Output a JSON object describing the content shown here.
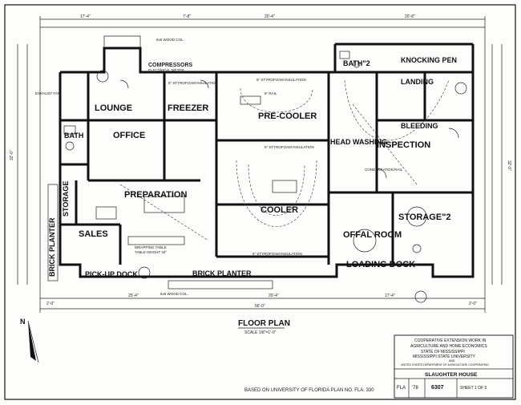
{
  "drawing": {
    "title": "FLOOR PLAN",
    "scale": "SCALE 1/8\"=1'-0\"",
    "based_on": "BASED ON UNIVERSITY OF FLORIDA PLAN NO. FLA. 330",
    "overall_width": "66'-0\"",
    "side_dims": [
      "32'-0\"",
      "32'-0\""
    ],
    "top_dims": [
      "17'-4\"",
      "7'-8\"",
      "20'-4\"",
      "20'-8\""
    ],
    "bottom_dims": [
      "2'-0\"",
      "25'-4\"",
      "20'-4\"",
      "17'-4\"",
      "2'-0\""
    ]
  },
  "rooms": {
    "lounge": "LOUNGE",
    "office": "OFFICE",
    "freezer": "FREEZER",
    "pre_cooler": "PRE-COOLER",
    "head_washing": "HEAD WASHING",
    "inspection": "INSPECTION",
    "bleeding": "BLEEDING",
    "landing": "LANDING",
    "knocking_pen": "KNOCKING PEN",
    "bath1": "BATH",
    "bath2": "BATH\"2",
    "preparation": "PREPARATION",
    "storage1": "STORAGE",
    "cooler": "COOLER",
    "storage2": "STORAGE\"2",
    "sales": "SALES",
    "offal_room": "OFFAL ROOM",
    "loading_dock": "LOADING DOCK",
    "pick_up_dock": "PICK-UP DOCK",
    "brick_planter_left": "BRICK PLANTER",
    "brick_planter_bottom": "BRICK PLANTER"
  },
  "notes": {
    "compressors": "COMPRESSORS",
    "electrical_meter": "ELECTRICAL METER",
    "wood_col": "6x6 WOOD COL.",
    "styrofoam_top": "5\" STYROFOAM INSULATION",
    "styrofoam_freezer": "6\" STYROFOAM INSULATION",
    "styrofoam_mid": "5\" STYROFOAM INSULATION",
    "styrofoam_bottom": "5\" STYROFOAM INSULATION",
    "rail": "6\" RAIL",
    "exhaust_fan": "EXHAUST FAN",
    "wrapping_table": "WRAPPING TABLE",
    "table_height": "TABLE HEIGHT 34\"",
    "condensation_rail": "CONDENSATION RAIL",
    "wood_col_bottom": "6x6 WOOD COL."
  },
  "title_block": {
    "line1": "COOPERATIVE EXTENSION WORK IN",
    "line2": "AGRICULTURE AND HOME ECONOMICS",
    "line3": "STATE OF MISSISSIPPI",
    "line4": "MISSISSIPPI STATE UNIVERSITY",
    "line5": "AND",
    "line6": "UNITED STATES DEPARTMENT OF AGRICULTURE COOPERATING",
    "project": "SLAUGHTER HOUSE",
    "state": "FLA",
    "year": "'78",
    "plan_no": "6307",
    "sheet": "SHEET 1 OF 5"
  },
  "north_label": "N"
}
